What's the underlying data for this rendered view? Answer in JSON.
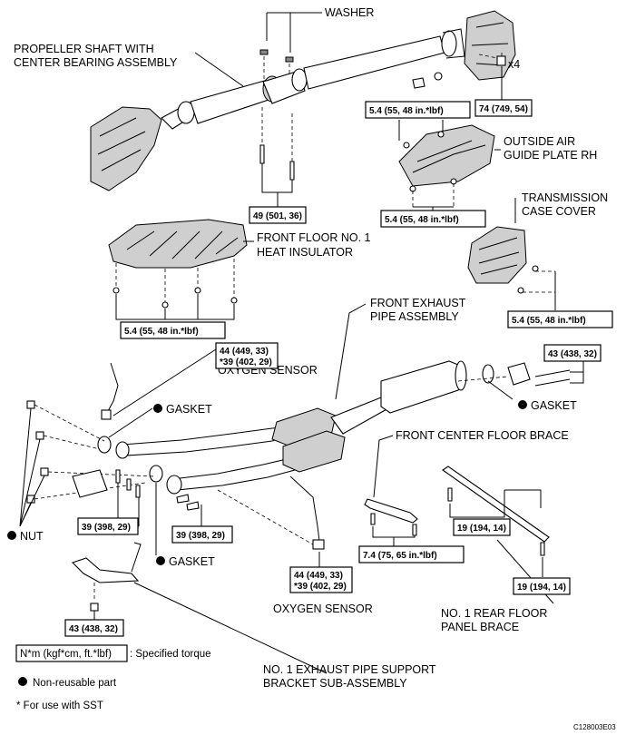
{
  "labels": {
    "washer": "WASHER",
    "propeller_1": "PROPELLER SHAFT WITH",
    "propeller_2": "CENTER BEARING ASSEMBLY",
    "x4": "x4",
    "outside_air_1": "OUTSIDE AIR",
    "outside_air_2": "GUIDE PLATE RH",
    "trans_cover_1": "TRANSMISSION",
    "trans_cover_2": "CASE COVER",
    "heat_ins_1": "FRONT FLOOR NO. 1",
    "heat_ins_2": "HEAT INSULATOR",
    "front_exhaust_1": "FRONT EXHAUST",
    "front_exhaust_2": "PIPE ASSEMBLY",
    "oxygen_sensor_top": "OXYGEN SENSOR",
    "gasket_1": "GASKET",
    "gasket_2": "GASKET",
    "gasket_3": "GASKET",
    "front_center_brace": "FRONT CENTER FLOOR BRACE",
    "nut": "NUT",
    "oxygen_sensor_bottom": "OXYGEN SENSOR",
    "rear_brace_1": "NO. 1 REAR  FLOOR",
    "rear_brace_2": "PANEL BRACE",
    "support_1": "NO. 1 EXHAUST PIPE SUPPORT",
    "support_2": "BRACKET SUB-ASSEMBLY",
    "code": "C128003E03"
  },
  "torques": {
    "t_74": "74 (749, 54)",
    "t_54_top": "5.4 (55, 48 in.*lbf)",
    "t_49": "49 (501, 36)",
    "t_54_guide": "5.4 (55, 48 in.*lbf)",
    "t_54_heat": "5.4 (55, 48 in.*lbf)",
    "t_54_trans": "5.4 (55, 48 in.*lbf)",
    "t_o2_top_1": "44 (449, 33)",
    "t_o2_top_2": "*39 (402, 29)",
    "t_43_right": "43 (438, 32)",
    "t_39_left": "39 (398, 29)",
    "t_39_mid": "39 (398, 29)",
    "t_19_top": "19 (194, 14)",
    "t_19_bottom": "19 (194, 14)",
    "t_74_brace": "7.4 (75, 65 in.*lbf)",
    "t_o2_bot_1": "44 (449, 33)",
    "t_o2_bot_2": "*39 (402, 29)",
    "t_43_bottom": "43 (438, 32)"
  },
  "legend": {
    "torque_key": "N*m (kgf*cm, ft.*lbf)",
    "torque_desc": ": Specified torque",
    "nonreusable": "Non-reusable part",
    "sst": "* For use with SST"
  }
}
